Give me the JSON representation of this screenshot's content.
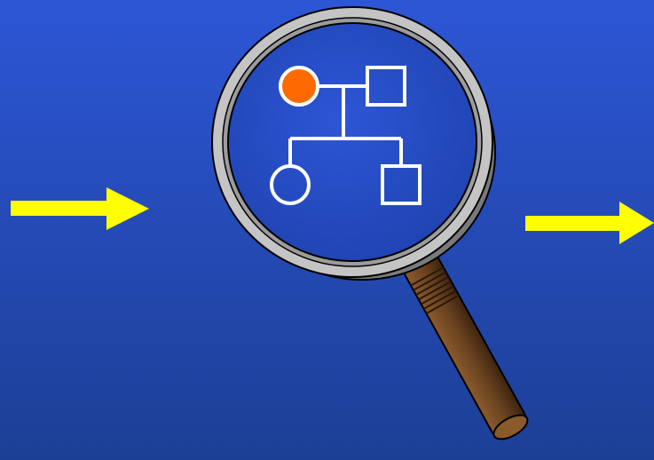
{
  "colors": {
    "background_top": "#2d56d6",
    "background_bottom": "#1c3f95",
    "arrow": "#ffff00",
    "pedigree_line": "#ffffff",
    "affected_female": "#ff6a00",
    "lens_rim": "#b9b9b9",
    "lens_glass": "#2349b8",
    "handle": "#6b4320",
    "handle_dark": "#3e2410"
  },
  "arrows": [
    {
      "name": "input-arrow",
      "direction": "right"
    },
    {
      "name": "output-arrow",
      "direction": "right"
    }
  ],
  "pedigree": {
    "parents": [
      {
        "sex": "female",
        "affected": true
      },
      {
        "sex": "male",
        "affected": false
      }
    ],
    "children": [
      {
        "sex": "female",
        "affected": false
      },
      {
        "sex": "male",
        "affected": false
      }
    ]
  },
  "magnifier": {
    "icon": "magnifying-glass-icon"
  }
}
